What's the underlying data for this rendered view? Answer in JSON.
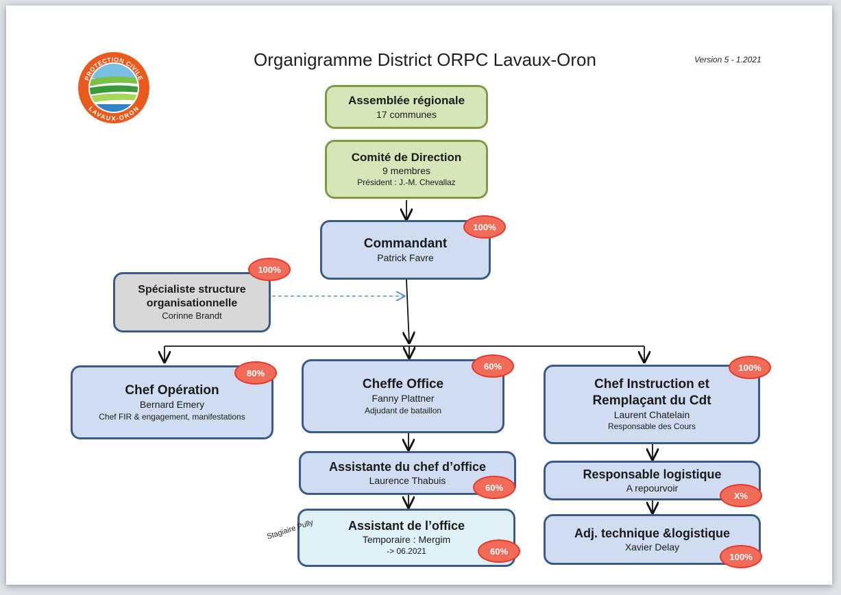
{
  "title": "Organigramme District ORPC Lavaux-Oron",
  "version": "Version 5 - 1.2021",
  "logo": {
    "top_text": "PROTECTION CIVILE",
    "bottom_text": "LAVAUX-ORON"
  },
  "assemblee": {
    "title": "Assemblée régionale",
    "sub": "17 communes"
  },
  "comite": {
    "title": "Comité de Direction",
    "sub": "9 membres",
    "extra": "Président : J.-M. Chevallaz"
  },
  "commandant": {
    "title": "Commandant",
    "name": "Patrick Favre",
    "pct": "100%"
  },
  "specialiste": {
    "title1": "Spécialiste structure",
    "title2": "organisationnelle",
    "name": "Corinne Brandt",
    "pct": "100%"
  },
  "chef_operation": {
    "title": "Chef Opération",
    "name": "Bernard Emery",
    "extra": "Chef FIR & engagement, manifestations",
    "pct": "80%"
  },
  "cheffe_office": {
    "title": "Cheffe Office",
    "name": "Fanny Plattner",
    "extra": "Adjudant de bataillon",
    "pct": "60%"
  },
  "chef_instruction": {
    "title1": "Chef Instruction et",
    "title2": "Remplaçant du Cdt",
    "name": "Laurent Chatelain",
    "extra": "Responsable des Cours",
    "pct": "100%"
  },
  "assistante": {
    "title": "Assistante du chef d’office",
    "name": "Laurence Thabuis",
    "pct": "60%"
  },
  "assistant_office": {
    "title": "Assistant de l’office",
    "name": "Temporaire : Mergim",
    "extra": "-> 06.2021",
    "pct": "60%",
    "note": "Stagiaire Pully"
  },
  "resp_logistique": {
    "title": "Responsable logistique",
    "name": "A repourvoir",
    "pct": "X%"
  },
  "adj_technique": {
    "title": "Adj. technique &logistique",
    "name": "Xavier Delay",
    "pct": "100%"
  },
  "colors": {
    "green_fill": "#d6e6b9",
    "blue_fill": "#cfdcf1",
    "badge": "#f06b58",
    "border": "#3c5a89"
  }
}
